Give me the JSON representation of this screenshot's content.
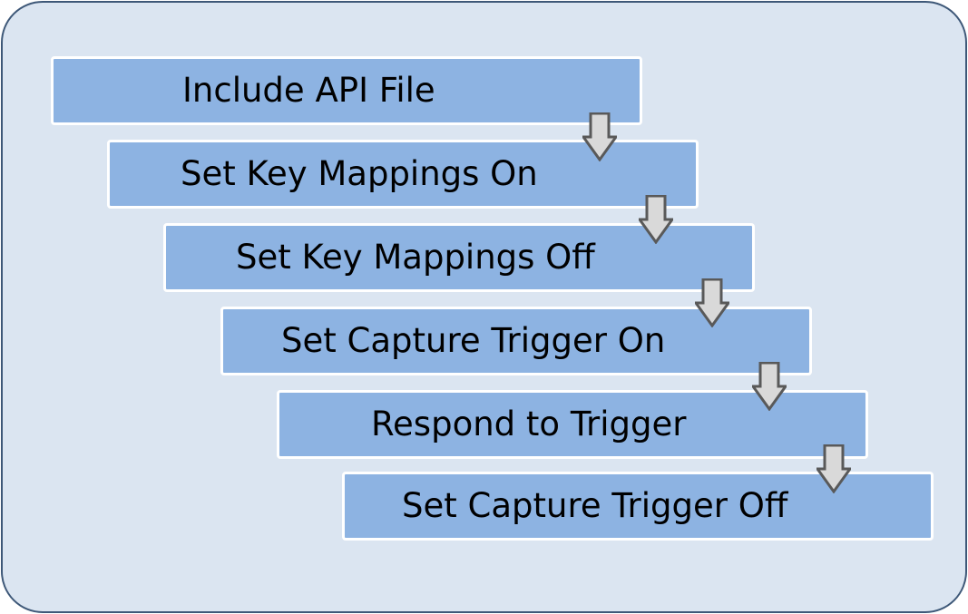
{
  "diagram": {
    "steps": [
      {
        "label": "Include API File"
      },
      {
        "label": "Set Key Mappings On"
      },
      {
        "label": "Set Key Mappings Off"
      },
      {
        "label": "Set Capture Trigger On"
      },
      {
        "label": "Respond to Trigger"
      },
      {
        "label": "Set Capture Trigger Off"
      }
    ],
    "colors": {
      "background": "#dbe5f1",
      "border": "#3e5878",
      "step_fill": "#8db3e2",
      "arrow_fill": "#d9d9d9",
      "arrow_stroke": "#595959"
    }
  }
}
